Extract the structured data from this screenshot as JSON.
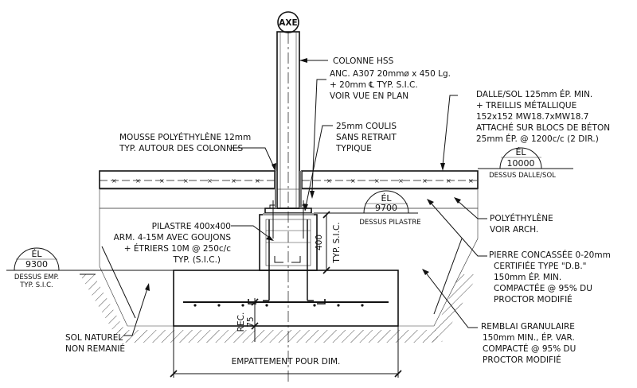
{
  "axis_label": "AXE",
  "labels": {
    "colonne": "COLONNE HSS",
    "anchor": [
      "ANC. A307 20mmø x 450 Lg.",
      "+ 20mm ℄ TYP. S.I.C.",
      "VOIR VUE EN PLAN"
    ],
    "dalle": [
      "DALLE/SOL 125mm ÉP. MIN.",
      "+ TREILLIS MÉTALLIQUE",
      "152x152  MW18.7xMW18.7",
      "ATTACHÉ SUR BLOCS DE BÉTON",
      "25mm ÉP. @ 1200c/c (2 DIR.)"
    ],
    "mousse": [
      "MOUSSE POLYÉTHYLÈNE 12mm",
      "TYP. AUTOUR DES COLONNES"
    ],
    "coulis": [
      "25mm COULIS",
      "SANS RETRAIT",
      "TYPIQUE"
    ],
    "pilastre": [
      "PILASTRE 400x400",
      "ARM. 4-15M AVEC GOUJONS",
      "+ ÉTRIERS 10M @ 250c/c",
      "TYP. (S.I.C.)"
    ],
    "polyethylene": [
      "POLYÉTHYLÈNE",
      "VOIR ARCH."
    ],
    "pierre": [
      "PIERRE CONCASSÉE 0-20mm",
      "CERTIFIÉE TYPE \"D.B.\"",
      "150mm ÉP. MIN.",
      "COMPACTÉE @ 95% DU",
      "PROCTOR MODIFIÉ"
    ],
    "remblai": [
      "REMBLAI GRANULAIRE",
      "150mm MIN., ÉP. VAR.",
      "COMPACTÉ @ 95% DU",
      "PROCTOR MODIFIÉ"
    ],
    "sol": [
      "SOL NATUREL",
      "NON REMANIÉ"
    ],
    "empattement": "EMPATTEMENT POUR DIM.",
    "rec": [
      "REC.",
      "75"
    ],
    "pil_height": [
      "400",
      "TYP. S.I.C."
    ]
  },
  "elevations": [
    {
      "el": "ÉL",
      "value": "10000",
      "caption": "DESSUS DALLE/SOL"
    },
    {
      "el": "ÉL",
      "value": "9700",
      "caption": "DESSUS PILASTRE"
    },
    {
      "el": "ÉL",
      "value": "9300",
      "caption": [
        "DESSUS EMP.",
        "TYP. S.I.C."
      ]
    }
  ]
}
